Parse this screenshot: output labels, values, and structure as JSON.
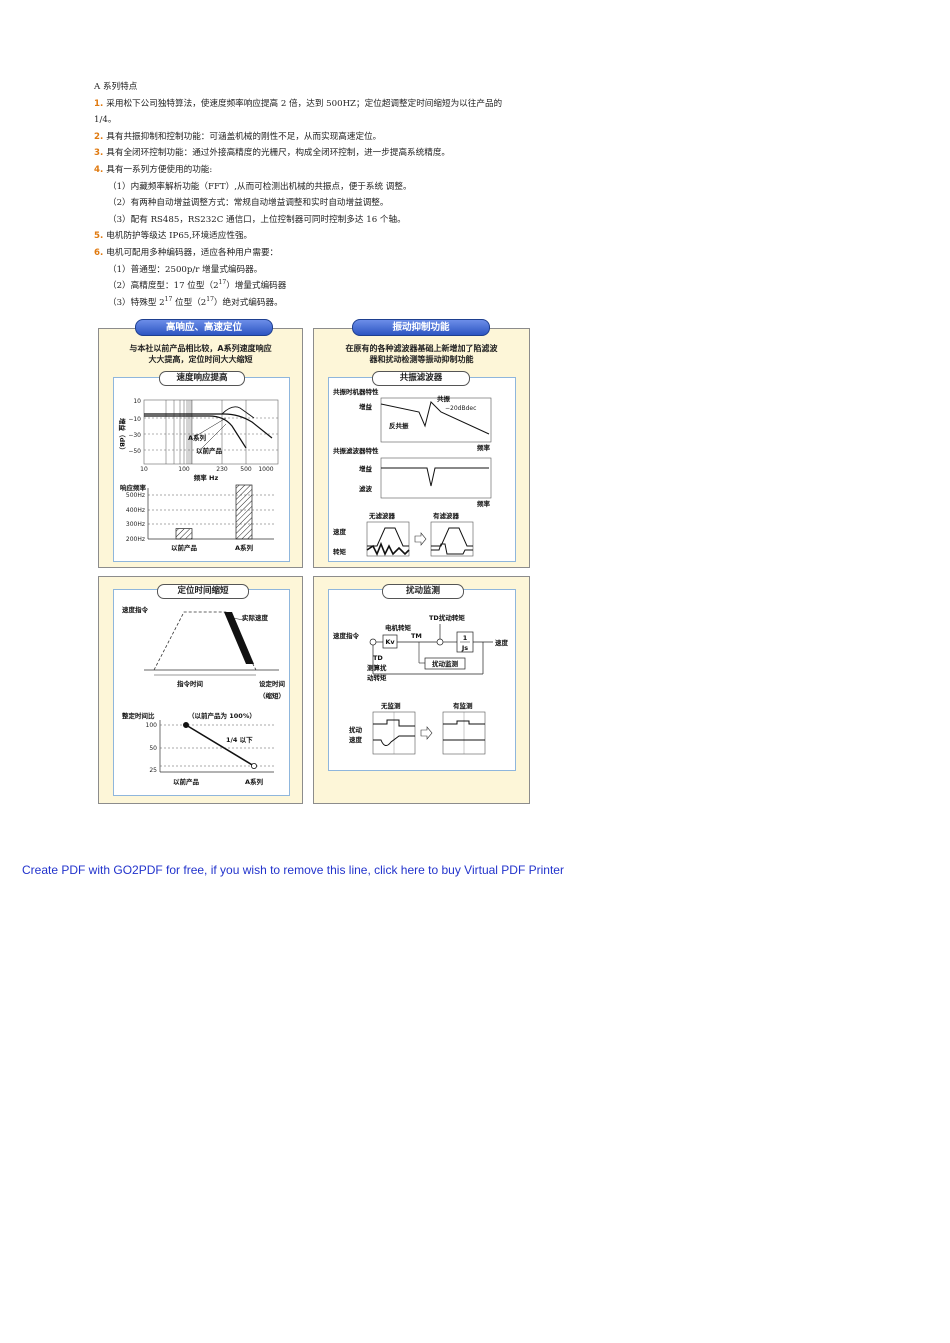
{
  "doc": {
    "heading": "A 系列特点",
    "items": [
      {
        "num": "1.",
        "text": "采用松下公司独特算法，使速度频率响应提高 2 倍，达到 500HZ；定位超调整定时间缩短为以往产品的"
      },
      {
        "num": "",
        "text": "1/4。"
      },
      {
        "num": "2.",
        "text": "具有共振抑制和控制功能：可涵盖机械的刚性不足，从而实现高速定位。"
      },
      {
        "num": "3.",
        "text": "具有全闭环控制功能：通过外接高精度的光栅尺，构成全闭环控制，进一步提高系统精度。"
      },
      {
        "num": "4.",
        "text": "具有一系列方便使用的功能:"
      }
    ],
    "sub4": [
      "（1）内藏频率解析功能（FFT）,从而可检测出机械的共振点，便于系统 调整。",
      "（2）有两种自动增益调整方式：常规自动增益调整和实时自动增益调整。",
      "（3）配有 RS485，RS232C 通信口，上位控制器可同时控制多达 16 个轴。"
    ],
    "item5": {
      "num": "5.",
      "text": "电机防护等级达 IP65,环境适应性强。"
    },
    "item6": {
      "num": "6.",
      "text": "电机可配用多种编码器，适应各种用户需要："
    },
    "sub6_1": "（1）普通型：2500p/r 增量式编码器。",
    "sub6_2_pre": "（2）高精度型：17 位型（2",
    "sub6_2_sup": "17",
    "sub6_2_post": "）增量式编码器",
    "sub6_3_pre": "（3）特殊型 2",
    "sub6_3_sup1": "17",
    "sub6_3_mid": " 位型（2",
    "sub6_3_sup2": "17",
    "sub6_3_post": "）绝对式编码器。"
  },
  "fig": {
    "left_title": "高响应、高速定位",
    "right_title": "振动抑制功能",
    "left_desc_1": "与本社以前产品相比较，A系列速度响应",
    "left_desc_2": "大大提高，定位时间大大缩短",
    "right_desc_1": "在原有的各种滤波器基础上新增加了陷滤波",
    "right_desc_2": "器和扰动检测等振动抑制功能",
    "speed_resp": {
      "title": "速度响应提高",
      "y_ticks": [
        "10",
        "−10",
        "−30",
        "−50"
      ],
      "x_ticks": [
        "10",
        "100",
        "230",
        "500",
        "1000"
      ],
      "ylabel": "增益（dB）",
      "xlabel": "频率 Hz",
      "label_a": "A系列",
      "label_prev": "以前产品",
      "bar_label": "响应频率",
      "bar_ticks": [
        "500Hz",
        "400Hz",
        "300Hz",
        "200Hz"
      ],
      "bar_cats": [
        "以前产品",
        "A系列"
      ],
      "bar_values": [
        230,
        500
      ]
    },
    "resonance": {
      "title": "共振滤波器",
      "machine_label": "共振时机器特性",
      "gain": "增益",
      "anti": "反共振",
      "peak": "共振",
      "slope": "−20dBdec",
      "freq": "频率",
      "filter_label": "共振滤波器特性",
      "filter_gain": "滤波",
      "no_filter": "无滤波器",
      "with_filter": "有滤波器",
      "speed": "速度",
      "torque": "转矩"
    },
    "positioning": {
      "title": "定位时间缩短",
      "speed_cmd": "速度指令",
      "actual_speed": "实际速度",
      "cmd_time": "指令时间",
      "settle_time": "设定时间",
      "shorten": "（缩短）",
      "ratio_label": "整定时间比",
      "prev_note": "（以前产品为 100%）",
      "quarter": "1/4 以下",
      "ticks": [
        "100",
        "50",
        "25"
      ],
      "cats": [
        "以前产品",
        "A系列"
      ],
      "values": [
        100,
        25
      ]
    },
    "disturbance": {
      "title": "扰动监测",
      "td_torque": "TD扰动转矩",
      "motor_torque": "电机转矩",
      "tm": "TM",
      "speed_cmd": "速度指令",
      "kv": "Kv",
      "js_num": "1",
      "js_den": "Js",
      "speed": "速度",
      "td": "TD",
      "est_1": "测算扰",
      "est_2": "动转矩",
      "monitor": "扰动监测",
      "no_detect": "无监测",
      "with_detect": "有监测",
      "dist_1": "扰动",
      "dist_2": "速度"
    }
  },
  "footer": "Create PDF with GO2PDF for free, if you wish to remove this line, click here to buy Virtual PDF Printer"
}
